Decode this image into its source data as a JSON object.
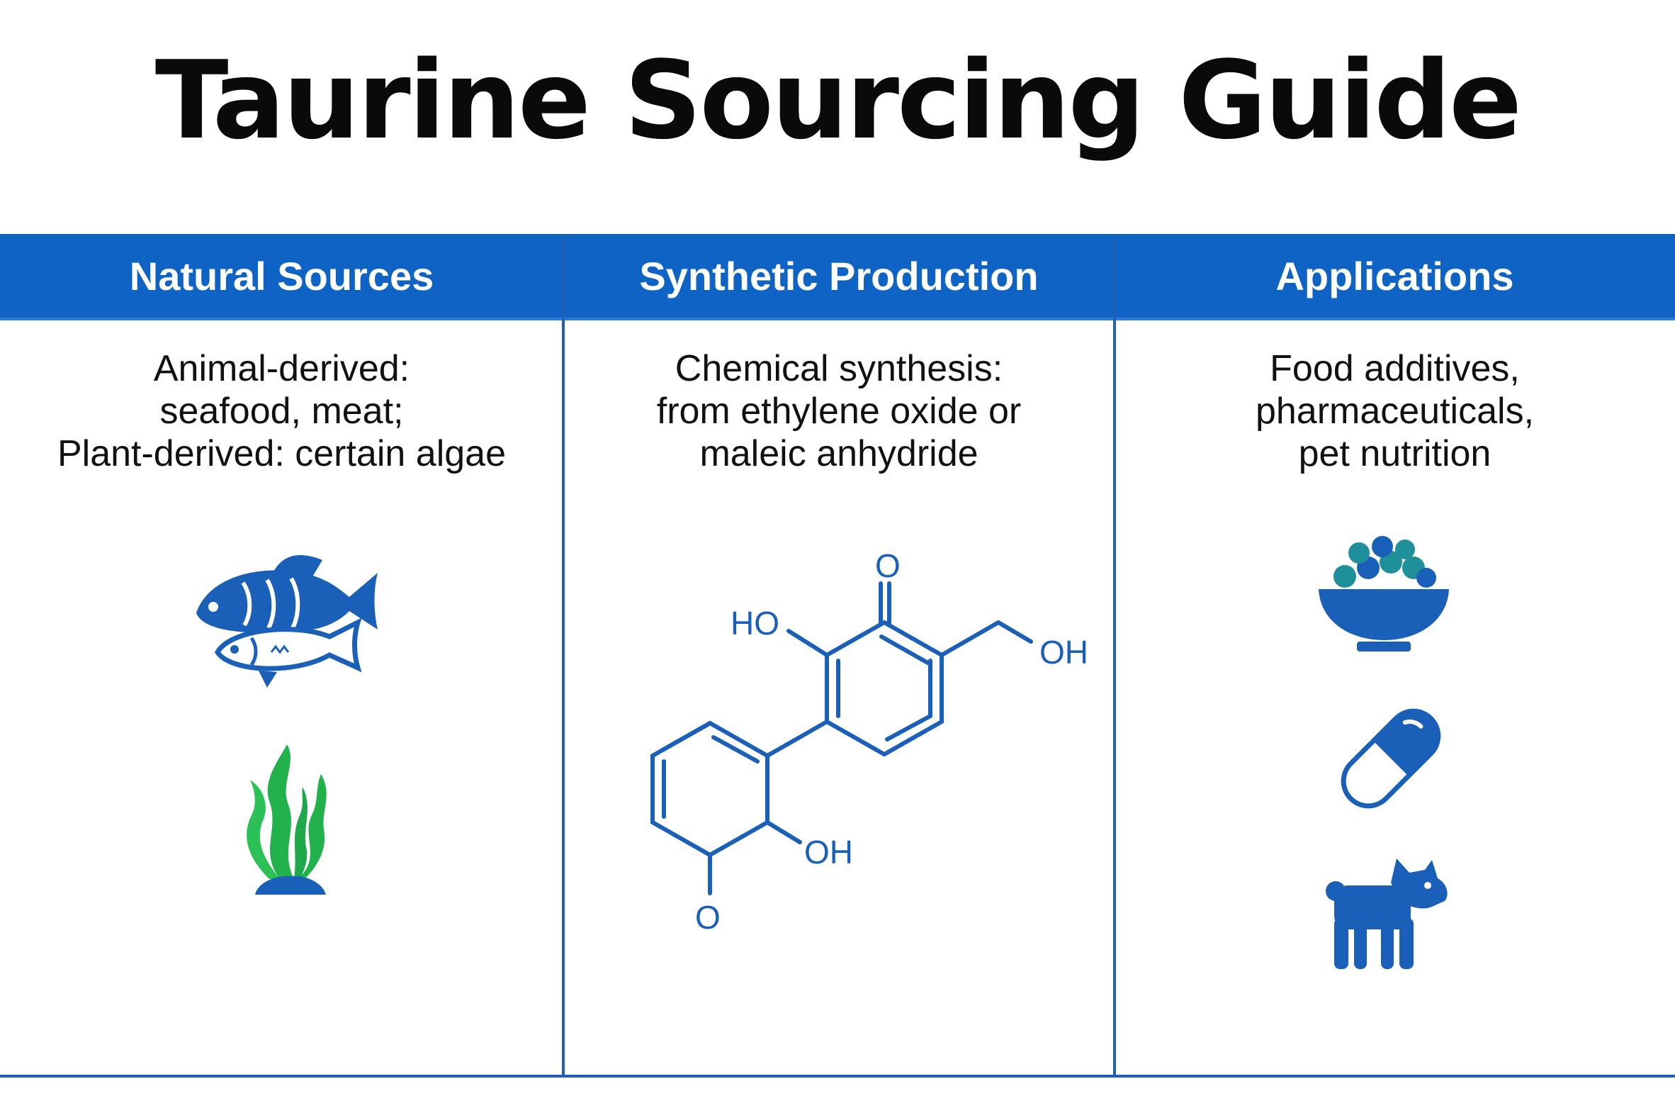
{
  "title": "Taurine Sourcing Guide",
  "columns": [
    {
      "header": "Natural Sources",
      "lines": [
        "Animal-derived:",
        "seafood, meat;",
        "Plant-derived: certain algae"
      ],
      "icons": [
        "fish-icon",
        "seaweed-icon"
      ]
    },
    {
      "header": "Synthetic Production",
      "lines": [
        "Chemical synthesis:",
        "from ethylene oxide or",
        "maleic anhydride"
      ],
      "icons": [
        "molecule-diagram"
      ]
    },
    {
      "header": "Applications",
      "lines": [
        "Food additives,",
        "pharmaceuticals,",
        "pet nutrition"
      ],
      "icons": [
        "food-bowl-icon",
        "capsule-icon",
        "dog-icon"
      ]
    }
  ],
  "molecule": {
    "labels": [
      "O",
      "HO",
      "OH",
      "OH",
      "O"
    ]
  },
  "colors": {
    "primary_blue": "#0f63c4",
    "line_blue": "#1f5fb4",
    "seaweed_green": "#22b24c",
    "teal": "#1f8f9a"
  }
}
